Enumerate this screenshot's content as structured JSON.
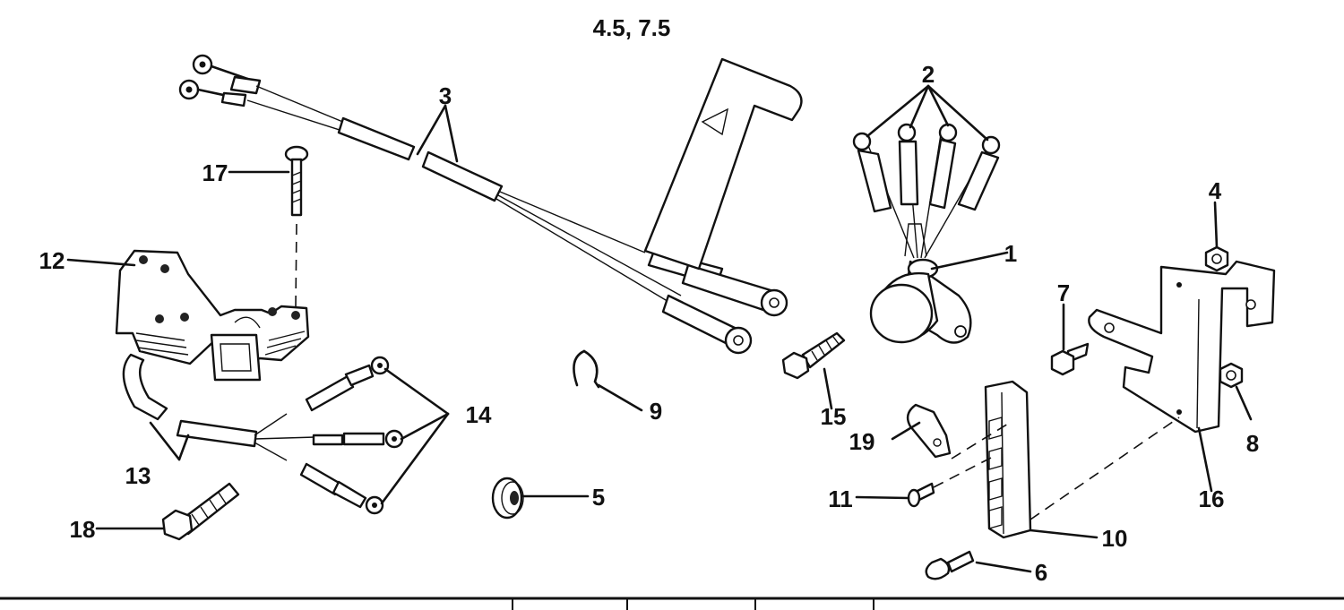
{
  "title": "4.5, 7.5",
  "callouts": [
    {
      "id": "c1",
      "text": "1"
    },
    {
      "id": "c2",
      "text": "2"
    },
    {
      "id": "c3",
      "text": "3"
    },
    {
      "id": "c4",
      "text": "4"
    },
    {
      "id": "c5",
      "text": "5"
    },
    {
      "id": "c6",
      "text": "6"
    },
    {
      "id": "c7",
      "text": "7"
    },
    {
      "id": "c8",
      "text": "8"
    },
    {
      "id": "c9",
      "text": "9"
    },
    {
      "id": "c10",
      "text": "10"
    },
    {
      "id": "c11",
      "text": "11"
    },
    {
      "id": "c12",
      "text": "12"
    },
    {
      "id": "c13",
      "text": "13"
    },
    {
      "id": "c14",
      "text": "14"
    },
    {
      "id": "c15",
      "text": "15"
    },
    {
      "id": "c16",
      "text": "16"
    },
    {
      "id": "c17",
      "text": "17"
    },
    {
      "id": "c18",
      "text": "18"
    },
    {
      "id": "c19",
      "text": "19"
    }
  ]
}
